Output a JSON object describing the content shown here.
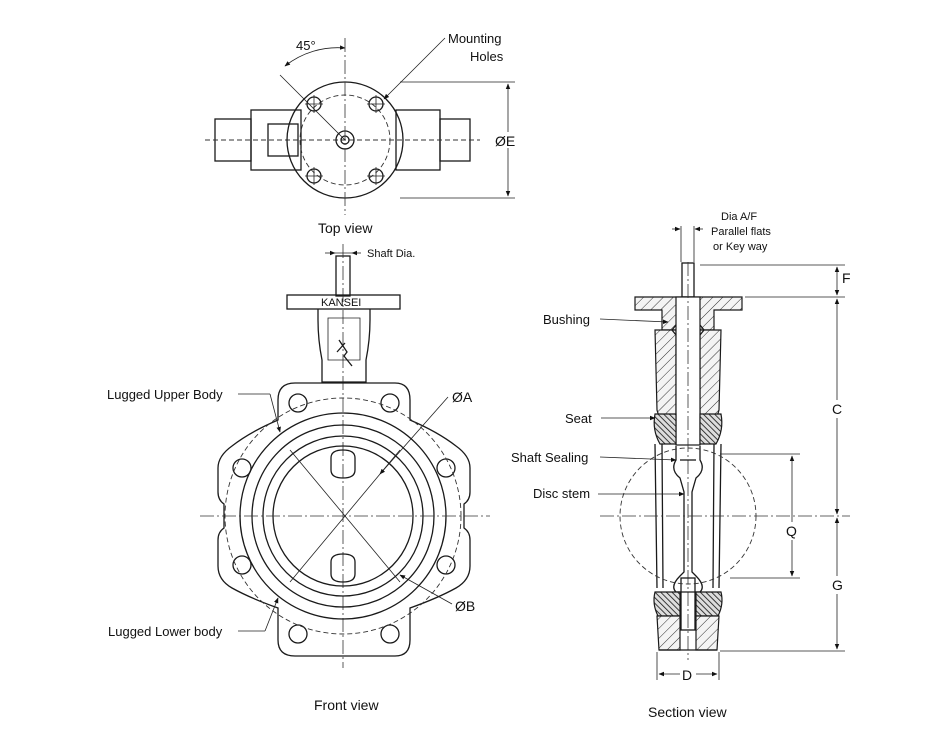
{
  "labels": {
    "mounting_holes_line1": "Mounting",
    "mounting_holes_line2": "Holes",
    "angle": "45°",
    "dia_e": "ØE",
    "top_view": "Top view",
    "shaft_dia": "Shaft Dia.",
    "brand": "KANSEI",
    "lugged_upper_body": "Lugged Upper Body",
    "lugged_lower_body": "Lugged Lower body",
    "dia_a": "ØA",
    "dia_b": "ØB",
    "front_view": "Front view",
    "dia_af_line1": "Dia A/F",
    "dia_af_line2": "Parallel flats",
    "dia_af_line3": "or Key way",
    "bushing": "Bushing",
    "seat": "Seat",
    "shaft_sealing": "Shaft Sealing",
    "disc_stem": "Disc stem",
    "dim_f": "F",
    "dim_c": "C",
    "dim_q": "Q",
    "dim_g": "G",
    "dim_d": "D",
    "section_view": "Section view"
  }
}
